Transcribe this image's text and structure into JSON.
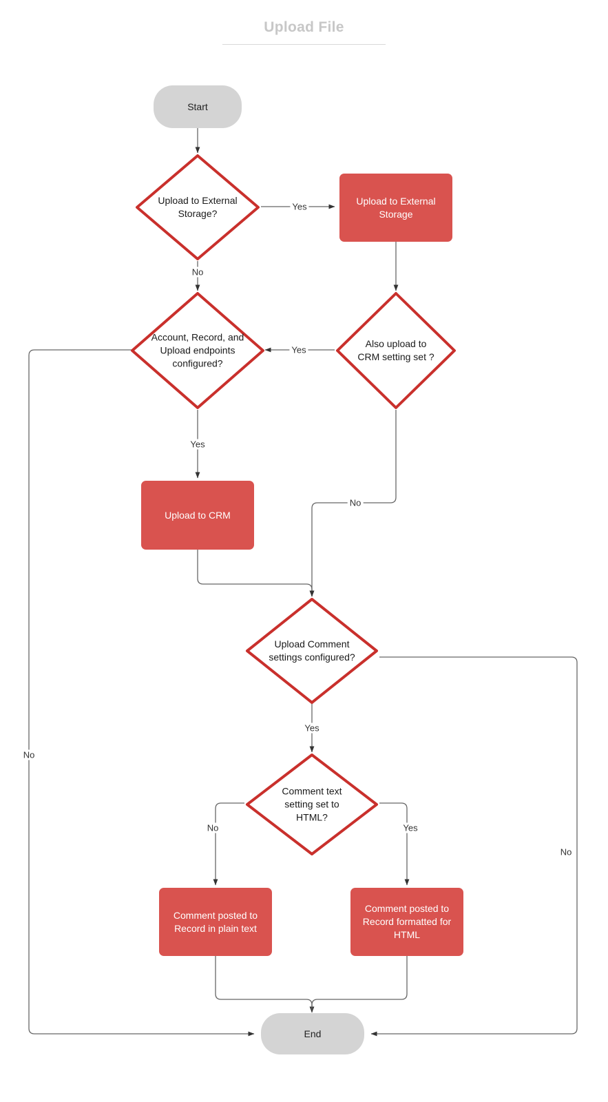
{
  "diagram": {
    "title": "Upload File",
    "type": "flowchart",
    "colors": {
      "process_fill": "#d9534f",
      "decision_stroke": "#c9302c",
      "terminator_fill": "#d4d4d4",
      "edge_stroke": "#666666",
      "title_color": "#c7c7c7"
    },
    "nodes": [
      {
        "id": "start",
        "shape": "terminator",
        "label": "Start"
      },
      {
        "id": "d_ext",
        "shape": "decision",
        "label": "Upload to External\nStorage?"
      },
      {
        "id": "p_ext",
        "shape": "process",
        "label": "Upload to External\nStorage"
      },
      {
        "id": "d_endpoints",
        "shape": "decision",
        "label": "Account, Record, and\nUpload endpoints\nconfigured?"
      },
      {
        "id": "d_crm",
        "shape": "decision",
        "label": "Also upload to\nCRM setting set ?"
      },
      {
        "id": "p_crm",
        "shape": "process",
        "label": "Upload to CRM"
      },
      {
        "id": "d_comment",
        "shape": "decision",
        "label": "Upload Comment\nsettings configured?"
      },
      {
        "id": "d_html",
        "shape": "decision",
        "label": "Comment text\nsetting set to\nHTML?"
      },
      {
        "id": "p_plain",
        "shape": "process",
        "label": "Comment posted to\nRecord in plain text"
      },
      {
        "id": "p_html",
        "shape": "process",
        "label": "Comment posted to\nRecord formatted for\nHTML"
      },
      {
        "id": "end",
        "shape": "terminator",
        "label": "End"
      }
    ],
    "edges": [
      {
        "from": "start",
        "to": "d_ext",
        "label": ""
      },
      {
        "from": "d_ext",
        "to": "p_ext",
        "label": "Yes"
      },
      {
        "from": "d_ext",
        "to": "d_endpoints",
        "label": "No"
      },
      {
        "from": "p_ext",
        "to": "d_crm",
        "label": ""
      },
      {
        "from": "d_crm",
        "to": "d_endpoints",
        "label": "Yes"
      },
      {
        "from": "d_crm",
        "to": "d_comment",
        "label": "No"
      },
      {
        "from": "d_endpoints",
        "to": "p_crm",
        "label": "Yes"
      },
      {
        "from": "d_endpoints",
        "to": "end",
        "label": "No"
      },
      {
        "from": "p_crm",
        "to": "d_comment",
        "label": ""
      },
      {
        "from": "d_comment",
        "to": "d_html",
        "label": "Yes"
      },
      {
        "from": "d_comment",
        "to": "end",
        "label": "No"
      },
      {
        "from": "d_html",
        "to": "p_plain",
        "label": "No"
      },
      {
        "from": "d_html",
        "to": "p_html",
        "label": "Yes"
      },
      {
        "from": "p_plain",
        "to": "end",
        "label": ""
      },
      {
        "from": "p_html",
        "to": "end",
        "label": ""
      }
    ],
    "edge_labels": {
      "ext_yes": "Yes",
      "ext_no": "No",
      "crm_yes": "Yes",
      "crm_no": "No",
      "endpoints_yes": "Yes",
      "endpoints_no": "No",
      "comment_yes": "Yes",
      "comment_no": "No",
      "html_no": "No",
      "html_yes": "Yes"
    },
    "node_labels": {
      "start": "Start",
      "d_ext_l1": "Upload to External",
      "d_ext_l2": "Storage?",
      "p_ext_l1": "Upload to External",
      "p_ext_l2": "Storage",
      "d_endpoints_l1": "Account, Record, and",
      "d_endpoints_l2": "Upload endpoints",
      "d_endpoints_l3": "configured?",
      "d_crm_l1": "Also upload to",
      "d_crm_l2": "CRM setting set ?",
      "p_crm": "Upload to CRM",
      "d_comment_l1": "Upload Comment",
      "d_comment_l2": "settings configured?",
      "d_html_l1": "Comment text",
      "d_html_l2": "setting set to",
      "d_html_l3": "HTML?",
      "p_plain_l1": "Comment posted to",
      "p_plain_l2": "Record in plain text",
      "p_html_l1": "Comment posted to",
      "p_html_l2": "Record formatted for",
      "p_html_l3": "HTML",
      "end": "End"
    }
  }
}
